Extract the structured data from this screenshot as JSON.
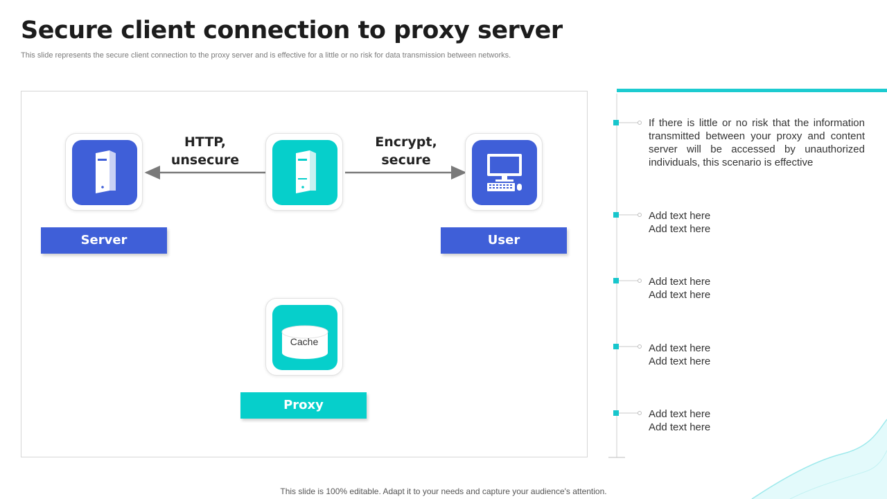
{
  "header": {
    "title": "Secure client connection to proxy server",
    "subtitle": "This slide represents the secure client connection to the proxy  server and is effective for a little or no risk for data transmission between networks."
  },
  "diagram": {
    "nodes": [
      {
        "label": "Server",
        "icon": "server-tower-icon",
        "color": "#3f5fd8"
      },
      {
        "label": "",
        "icon": "server-tower-icon",
        "color": "#06cfcb"
      },
      {
        "label": "User",
        "icon": "desktop-computer-icon",
        "color": "#3f5fd8"
      },
      {
        "label": "Proxy",
        "icon": "cache-database-icon",
        "color": "#06cfcb"
      }
    ],
    "cache_text": "Cache",
    "connections": [
      {
        "line1": "HTTP,",
        "line2": "unsecure",
        "direction": "to-server"
      },
      {
        "line1": "Encrypt,",
        "line2": "secure",
        "direction": "to-user"
      }
    ]
  },
  "panel": {
    "accent_color": "#1ccbd0",
    "items": [
      {
        "lines": [
          "If there is little or no risk that the information transmitted between your proxy and content server will be accessed by unauthorized individuals, this scenario is effective"
        ]
      },
      {
        "lines": [
          "Add text here",
          "Add text here"
        ]
      },
      {
        "lines": [
          "Add text here",
          "Add text here"
        ]
      },
      {
        "lines": [
          "Add text here",
          "Add text here"
        ]
      },
      {
        "lines": [
          "Add text here",
          "Add text here"
        ]
      }
    ]
  },
  "footer": {
    "text": "This slide is 100% editable. Adapt it to your needs and capture your audience's attention."
  }
}
